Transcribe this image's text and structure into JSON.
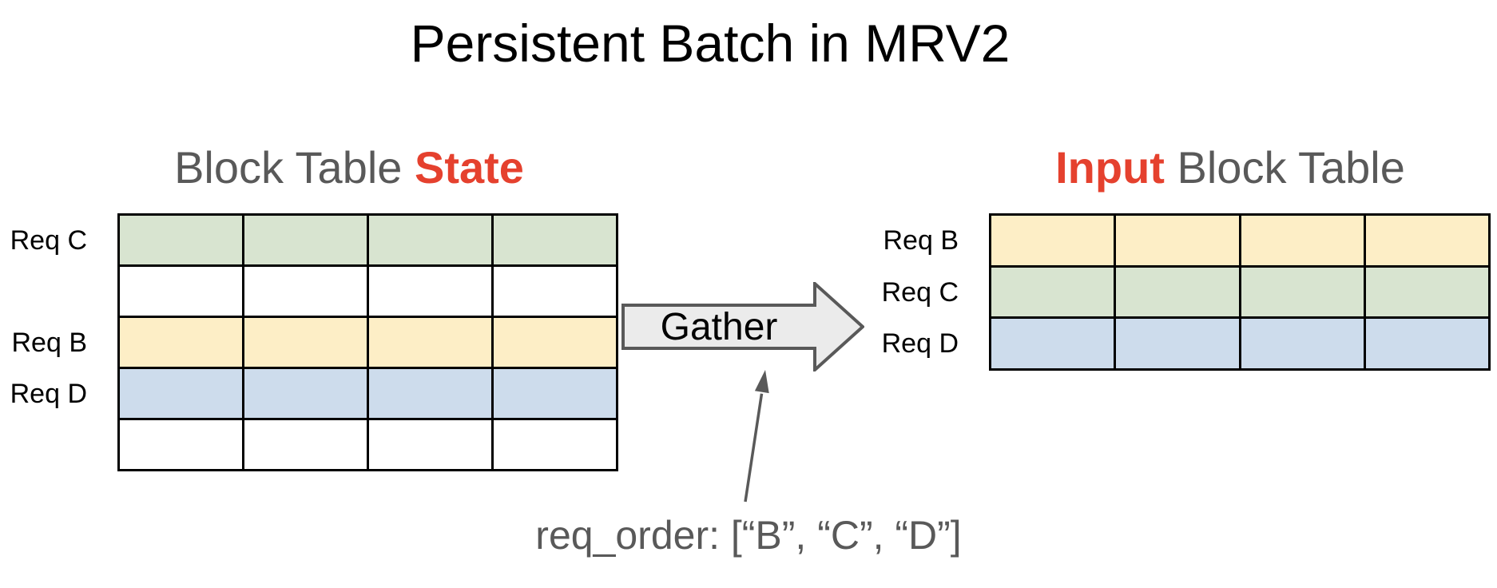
{
  "title": "Persistent Batch in MRV2",
  "left_table": {
    "heading_prefix": "Block Table ",
    "heading_highlight": "State",
    "columns": 4,
    "rows": [
      {
        "label": "Req C",
        "fill": "#d8e4d0"
      },
      {
        "label": "",
        "fill": "#ffffff"
      },
      {
        "label": "Req B",
        "fill": "#fdeec6"
      },
      {
        "label": "Req D",
        "fill": "#cddcec"
      },
      {
        "label": "",
        "fill": "#ffffff"
      }
    ]
  },
  "right_table": {
    "heading_highlight": "Input",
    "heading_suffix": " Block Table",
    "columns": 4,
    "rows": [
      {
        "label": "Req B",
        "fill": "#fdeec6"
      },
      {
        "label": "Req C",
        "fill": "#d8e4d0"
      },
      {
        "label": "Req D",
        "fill": "#cddcec"
      }
    ]
  },
  "gather_label": "Gather",
  "annotation": "req_order: [“B”, “C”, “D”]",
  "colors": {
    "heading_gray": "#595959",
    "highlight_red": "#e5412e",
    "cell_border": "#000000",
    "arrow_fill": "#ebebeb",
    "arrow_stroke": "#595959"
  }
}
